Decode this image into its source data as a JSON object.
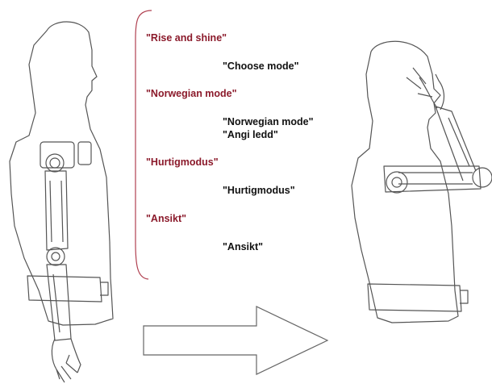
{
  "colors": {
    "command": "#8b1a2b",
    "response": "#111111",
    "brace": "#b04050",
    "line": "#555555"
  },
  "commands": [
    {
      "text": "\"Rise and shine\"",
      "responses": [
        "\"Choose mode\""
      ]
    },
    {
      "text": "\"Norwegian mode\"",
      "responses": [
        "\"Norwegian mode\"",
        "\"Angi ledd\""
      ]
    },
    {
      "text": "\"Hurtigmodus\"",
      "responses": [
        "\"Hurtigmodus\""
      ]
    },
    {
      "text": "\"Ansikt\"",
      "responses": [
        "\"Ansikt\""
      ]
    }
  ]
}
